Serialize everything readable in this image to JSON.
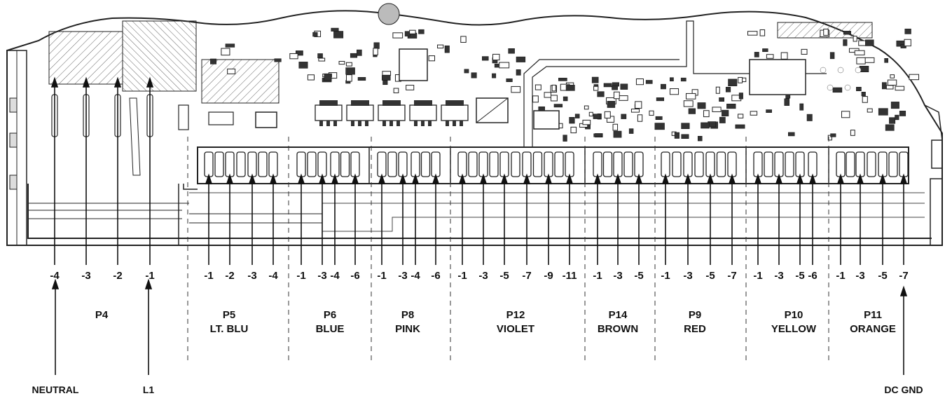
{
  "diagram": {
    "connectors": [
      {
        "name": "P4",
        "color": "",
        "pins": [
          "-4",
          "-3",
          "-2",
          "-1"
        ]
      },
      {
        "name": "P5",
        "color": "LT. BLU",
        "pins": [
          "-1",
          "-2",
          "-3",
          "-4"
        ]
      },
      {
        "name": "P6",
        "color": "BLUE",
        "pins": [
          "-1",
          "-3",
          "-4",
          "-6"
        ]
      },
      {
        "name": "P8",
        "color": "PINK",
        "pins": [
          "-1",
          "-3",
          "-4",
          "-6"
        ]
      },
      {
        "name": "P12",
        "color": "VIOLET",
        "pins": [
          "-1",
          "-3",
          "-5",
          "-7",
          "-9",
          "-11"
        ]
      },
      {
        "name": "P14",
        "color": "BROWN",
        "pins": [
          "-1",
          "-3",
          "-5"
        ]
      },
      {
        "name": "P9",
        "color": "RED",
        "pins": [
          "-1",
          "-3",
          "-5",
          "-7"
        ]
      },
      {
        "name": "P10",
        "color": "YELLOW",
        "pins": [
          "-1",
          "-3",
          "-5",
          "-6"
        ]
      },
      {
        "name": "P11",
        "color": "ORANGE",
        "pins": [
          "-1",
          "-3",
          "-5",
          "-7"
        ]
      }
    ],
    "callouts": [
      "NEUTRAL",
      "L1",
      "DC GND"
    ],
    "colors": {
      "line": "#222222",
      "hatch": "#666666",
      "background": "#ffffff"
    }
  }
}
